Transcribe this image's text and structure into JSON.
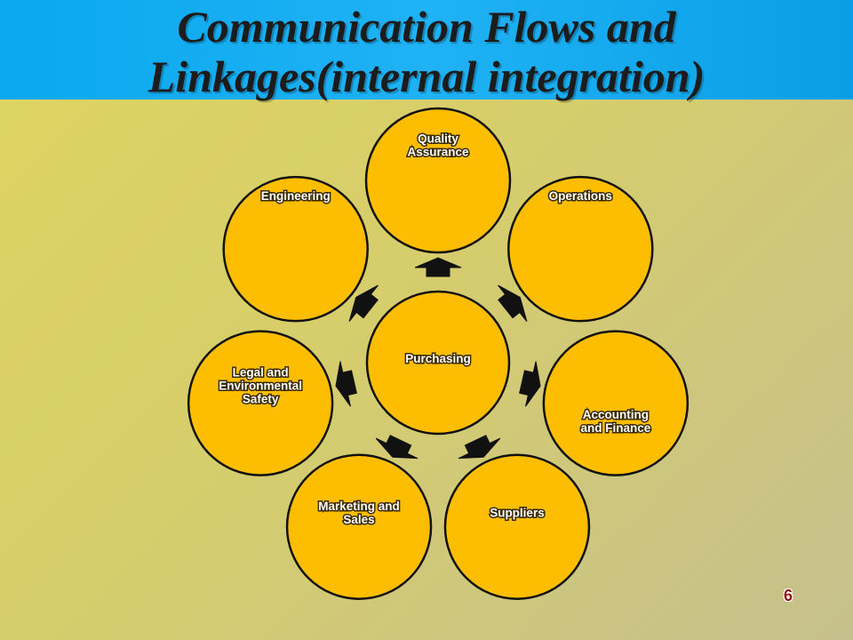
{
  "slide": {
    "title_line1": "Communication Flows and",
    "title_line2": "Linkages(internal integration)",
    "page_number": "6"
  },
  "colors": {
    "node_fill": "#fdbd00",
    "label_text": "#ffffff",
    "label_outline": "#3a2a00",
    "header_band": "#0aa8ee",
    "page_number": "#8e1414"
  },
  "diagram": {
    "center": {
      "label_lines": [
        "Purchasing"
      ]
    },
    "nodes": [
      {
        "id": "quality-assurance",
        "label_lines": [
          "Quality",
          "Assurance"
        ]
      },
      {
        "id": "operations",
        "label_lines": [
          "Operations"
        ]
      },
      {
        "id": "accounting-finance",
        "label_lines": [
          "Accounting",
          "and Finance"
        ]
      },
      {
        "id": "suppliers",
        "label_lines": [
          "Suppliers"
        ]
      },
      {
        "id": "marketing-sales",
        "label_lines": [
          "Marketing and",
          "Sales"
        ]
      },
      {
        "id": "legal-environmental-safety",
        "label_lines": [
          "Legal and",
          "Environmental",
          "Safety"
        ]
      },
      {
        "id": "engineering",
        "label_lines": [
          "Engineering"
        ]
      }
    ]
  }
}
